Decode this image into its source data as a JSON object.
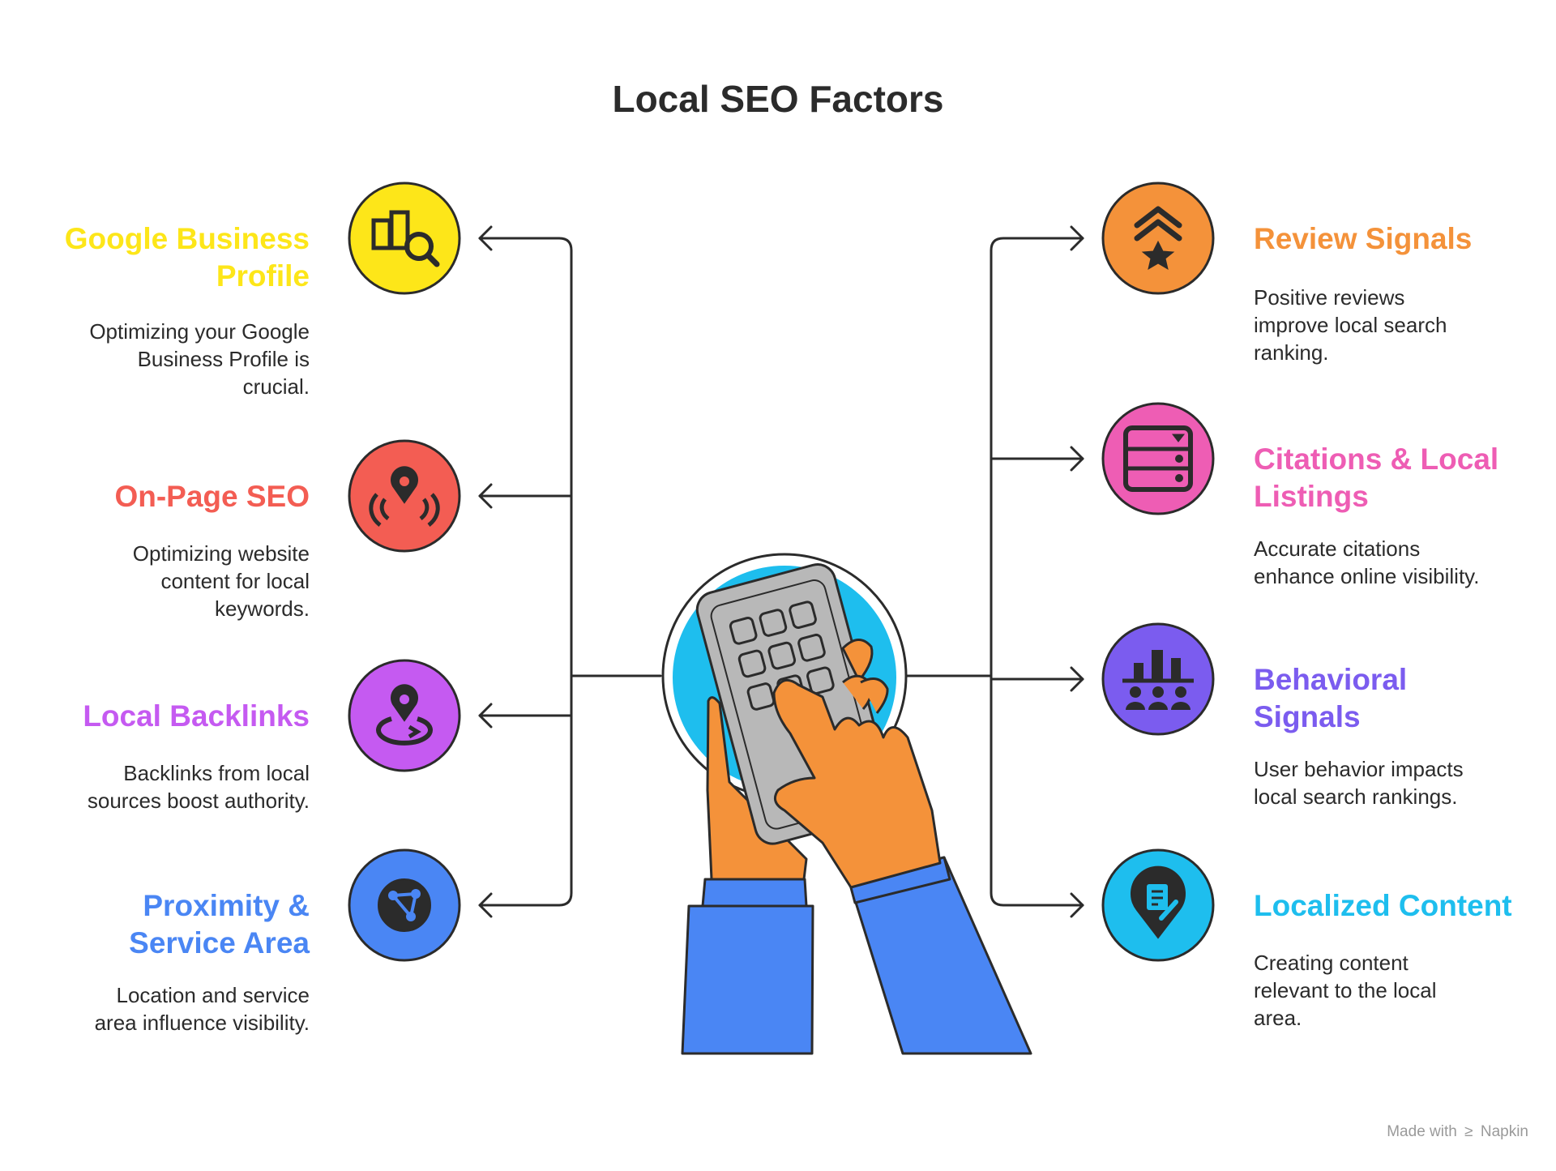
{
  "title": "Local SEO Factors",
  "left_items": [
    {
      "title": "Google Business Profile",
      "title_lines": [
        "Google Business",
        "Profile"
      ],
      "description_lines": [
        "Optimizing your Google",
        "Business Profile is",
        "crucial."
      ],
      "color": "#FDE619",
      "icon": "building-search-icon"
    },
    {
      "title": "On-Page SEO",
      "title_lines": [
        "On-Page SEO"
      ],
      "description_lines": [
        "Optimizing website",
        "content for local",
        "keywords."
      ],
      "color": "#F35D53",
      "icon": "location-signal-icon"
    },
    {
      "title": "Local Backlinks",
      "title_lines": [
        "Local Backlinks"
      ],
      "description_lines": [
        "Backlinks from local",
        "sources boost authority."
      ],
      "color": "#C55AF1",
      "icon": "location-orbit-icon"
    },
    {
      "title": "Proximity & Service Area",
      "title_lines": [
        "Proximity &",
        "Service Area"
      ],
      "description_lines": [
        "Location and service",
        "area influence visibility."
      ],
      "color": "#4A86F4",
      "icon": "network-globe-icon"
    }
  ],
  "right_items": [
    {
      "title": "Review Signals",
      "title_lines": [
        "Review Signals"
      ],
      "description_lines": [
        "Positive reviews",
        "improve local search",
        "ranking."
      ],
      "color": "#F4923A",
      "icon": "rank-star-icon"
    },
    {
      "title": "Citations & Local Listings",
      "title_lines": [
        "Citations & Local",
        "Listings"
      ],
      "description_lines": [
        "Accurate citations",
        "enhance online visibility."
      ],
      "color": "#EE5DB4",
      "icon": "listing-panel-icon"
    },
    {
      "title": "Behavioral Signals",
      "title_lines": [
        "Behavioral",
        "Signals"
      ],
      "description_lines": [
        "User behavior impacts",
        "local search rankings."
      ],
      "color": "#7B5CEF",
      "icon": "users-chart-icon"
    },
    {
      "title": "Localized Content",
      "title_lines": [
        "Localized Content"
      ],
      "description_lines": [
        "Creating content",
        "relevant to the local",
        "area."
      ],
      "color": "#1EBEEE",
      "icon": "location-document-icon"
    }
  ],
  "center_illustration": "hands-using-phone-illustration",
  "footer": {
    "text": "Made with",
    "brand": "Napkin"
  }
}
